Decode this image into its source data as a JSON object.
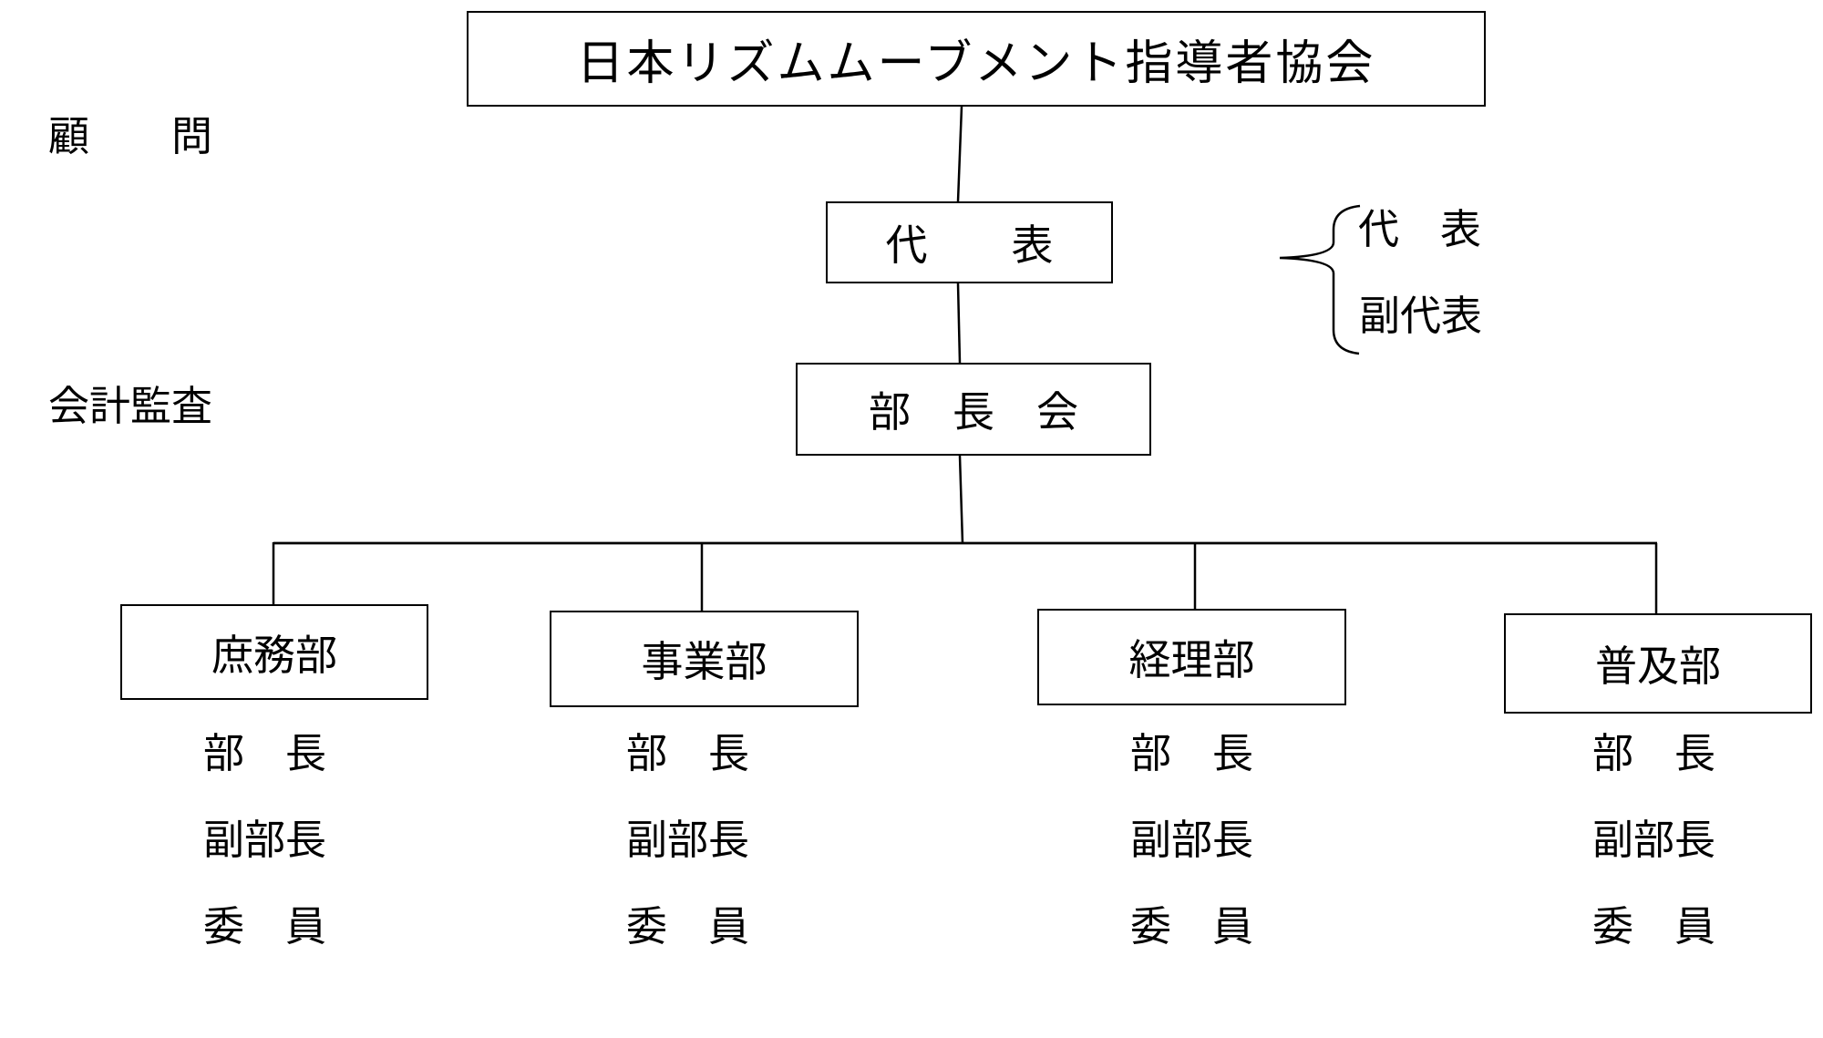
{
  "diagram": {
    "title": "日本リズムムーブメント指導者協会",
    "side_labels": {
      "advisor": "顧　　問",
      "audit": "会計監査"
    },
    "representative_box": "代　　表",
    "chiefs_meeting_box": "部　長　会",
    "brace_legend": {
      "representative": "代　表",
      "vice_representative": "副代表"
    },
    "departments": [
      {
        "name": "庶務部",
        "roles": [
          "部　長",
          "副部長",
          "委　員"
        ]
      },
      {
        "name": "事業部",
        "roles": [
          "部　長",
          "副部長",
          "委　員"
        ]
      },
      {
        "name": "経理部",
        "roles": [
          "部　長",
          "副部長",
          "委　員"
        ]
      },
      {
        "name": "普及部",
        "roles": [
          "部　長",
          "副部長",
          "委　員"
        ]
      }
    ],
    "colors": {
      "line": "#000000",
      "text": "#000000",
      "background": "#ffffff"
    }
  }
}
